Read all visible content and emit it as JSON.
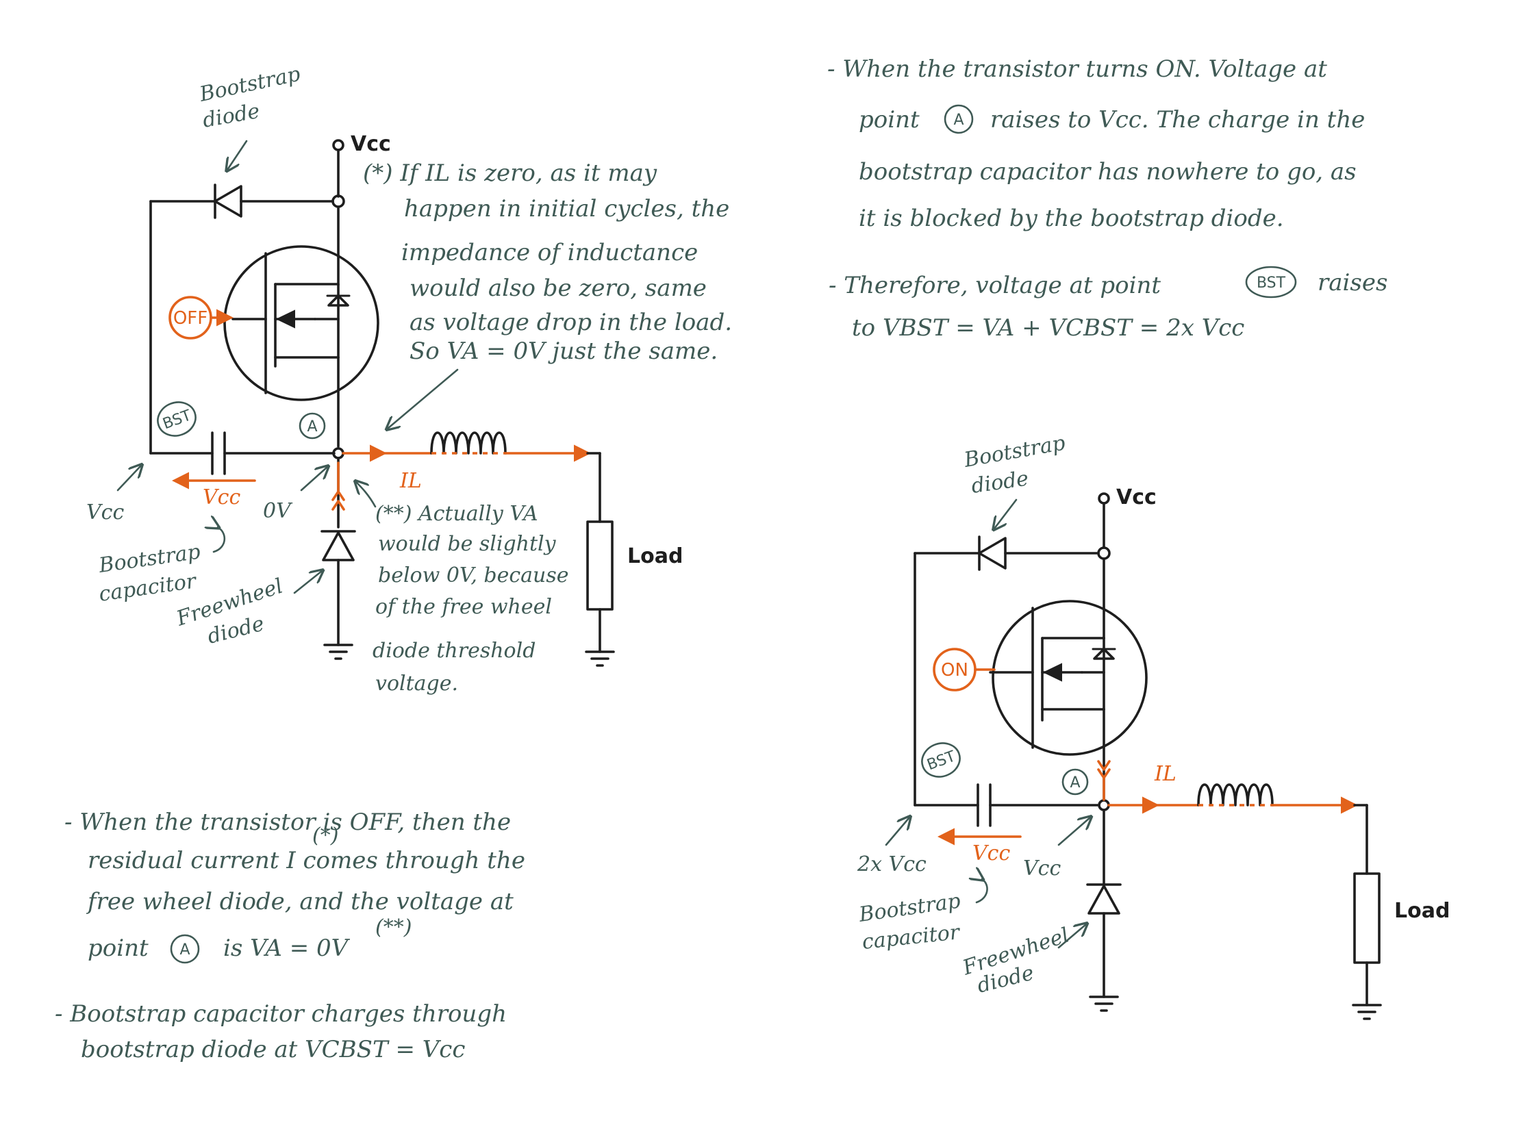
{
  "colors": {
    "ink": "#1e1e1e",
    "note": "#3f5a55",
    "highlight": "#e2621b",
    "background": "#ffffff"
  },
  "left": {
    "bootstrap_diode_label": [
      "Bootstrap",
      "diode"
    ],
    "vcc_label": "Vcc",
    "gate_state": "OFF",
    "node_bst": "BST",
    "node_a": "A",
    "current_label": "IL",
    "cap_voltage_label": "Vcc",
    "bst_voltage_label": "Vcc",
    "node_a_voltage": "0V",
    "bootstrap_capacitor_label": [
      "Bootstrap",
      "capacitor"
    ],
    "freewheel_diode_label": [
      "Freewheel",
      "diode"
    ],
    "load_label": "Load",
    "note_star": [
      "(*) If IL is zero, as it may",
      "happen in initial cycles, the",
      "impedance of inductance",
      "would also be zero, same",
      "as voltage drop in the load.",
      "So   VA = 0V   just the same."
    ],
    "note_double_star": [
      "(**) Actually  VA",
      "would be slightly",
      "below 0V, because",
      "of the free wheel",
      "diode threshold",
      "voltage."
    ]
  },
  "bottom_notes": {
    "off_line1": "- When   the transistor is  OFF,  then  the",
    "off_line2": "residual current  I     comes through the",
    "off_line2_sup": "(*)",
    "off_line3": "free wheel diode,  and  the voltage at",
    "off_line4_pre": "point",
    "off_line4_circle": "A",
    "off_line4_post": "is    VA = 0V",
    "off_line4_sup": "(**)",
    "charge_line1": "- Bootstrap capacitor charges through",
    "charge_line2": "bootstrap diode  at   VCBST = Vcc"
  },
  "top_right_notes": {
    "on_line1": "- When  the  transistor  turns  ON.    Voltage   at",
    "on_line2_pre": "point",
    "on_line2_circle": "A",
    "on_line2_post": "raises to  Vcc.  The  charge  in  the",
    "on_line3": "bootstrap  capacitor  has  nowhere  to  go,  as",
    "on_line4": "it is  blocked  by  the  bootstrap  diode.",
    "bst_line1_pre": "- Therefore,  voltage   at   point",
    "bst_line1_circle": "BST",
    "bst_line1_post": "raises",
    "bst_line2": "to    VBST = VA + VCBST =  2x Vcc"
  },
  "right": {
    "bootstrap_diode_label": [
      "Bootstrap",
      "diode"
    ],
    "vcc_label": "Vcc",
    "gate_state": "ON",
    "node_bst": "BST",
    "node_a": "A",
    "current_label": "IL",
    "cap_voltage_label": "Vcc",
    "bst_voltage_label": "2x Vcc",
    "node_a_voltage": "Vcc",
    "bootstrap_capacitor_label": [
      "Bootstrap",
      "capacitor"
    ],
    "freewheel_diode_label": [
      "Freewheel",
      "diode"
    ],
    "load_label": "Load"
  }
}
